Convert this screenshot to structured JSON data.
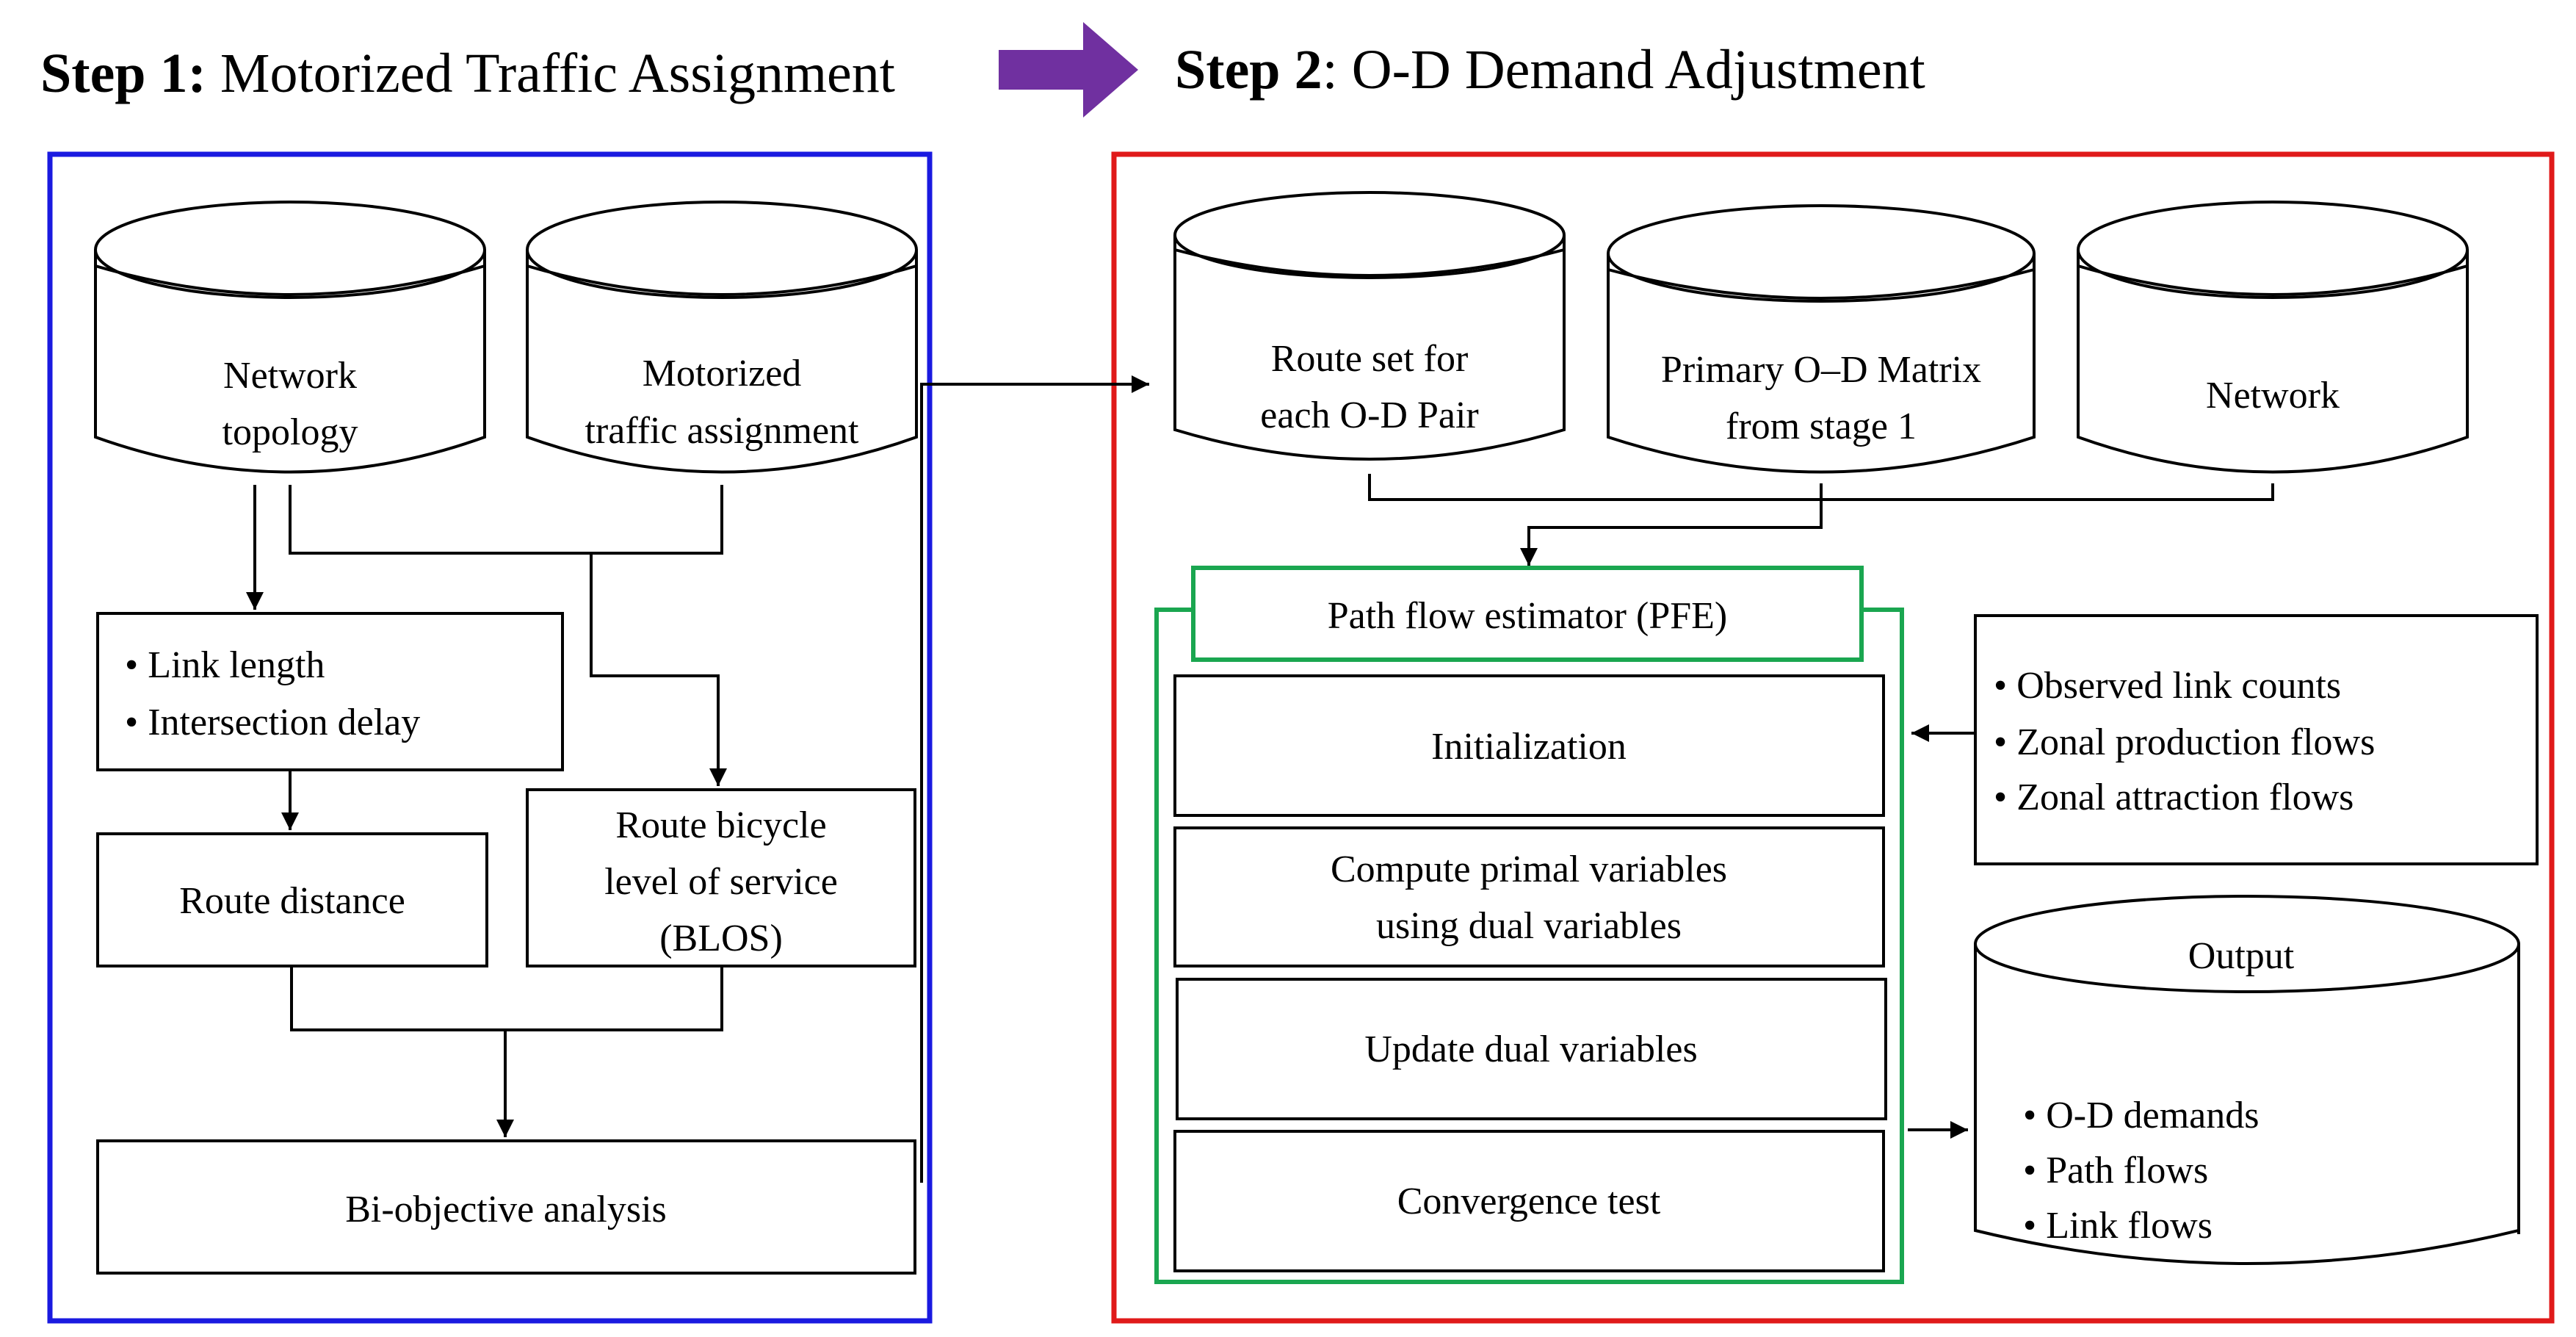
{
  "header": {
    "step1_bold": "Step 1:",
    "step1_text": " Motorized Traffic Assignment",
    "step2_bold": "Step 2",
    "step2_text": ": O-D Demand Adjustment"
  },
  "step1": {
    "network_topology": [
      "Network",
      "topology"
    ],
    "motorized_assignment": [
      "Motorized",
      "traffic  assignment"
    ],
    "link_attrs": [
      "•  Link  length",
      "•  Intersection  delay"
    ],
    "route_distance": "Route  distance",
    "route_blos": [
      "Route  bicycle",
      "level  of  service",
      "(BLOS)"
    ],
    "bi_objective": "Bi-objective  analysis"
  },
  "step2": {
    "route_set": [
      "Route  set  for",
      "each  O-D  Pair"
    ],
    "primary_od": [
      "Primary  O–D  Matrix",
      "from  stage  1"
    ],
    "network": "Network",
    "pfe_title": "Path  flow  estimator  (PFE)",
    "pfe_steps": [
      [
        "Initialization"
      ],
      [
        "Compute  primal  variables",
        "using  dual  variables"
      ],
      [
        "Update  dual  variables"
      ],
      [
        "Convergence  test"
      ]
    ],
    "observed": [
      "•  Observed  link  counts",
      "•  Zonal  production  flows",
      "•  Zonal  attraction  flows"
    ],
    "output_title": "Output",
    "output_items": [
      "•  O-D  demands",
      "•  Path  flows",
      "•  Link  flows"
    ]
  },
  "colors": {
    "step1_frame": "#1a1ae0",
    "step2_frame": "#e01a1a",
    "pfe_frame": "#1aa650",
    "arrow_fill": "#7030a0"
  }
}
